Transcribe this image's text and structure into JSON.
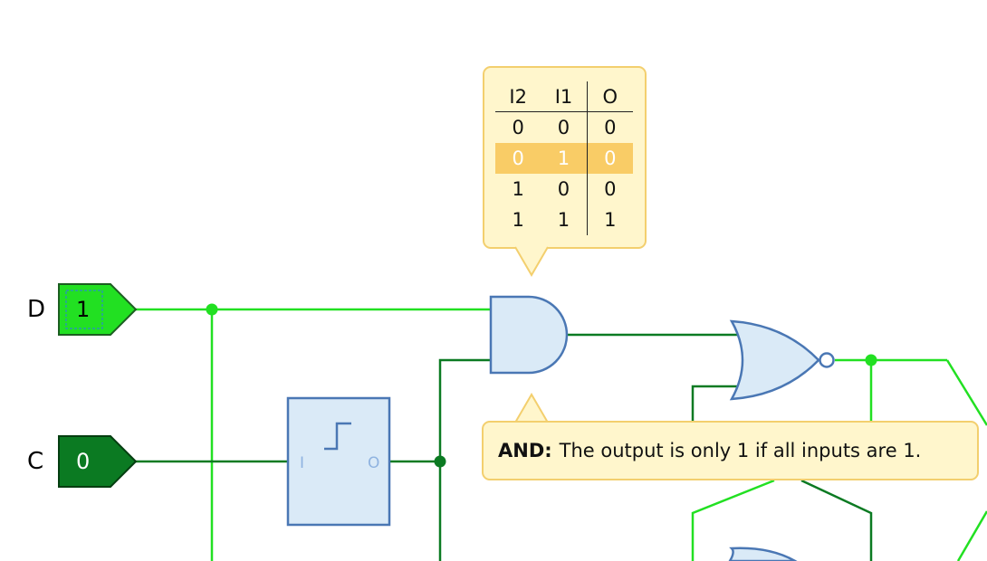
{
  "inputs": {
    "d": {
      "name": "D",
      "value": "1",
      "state": "high"
    },
    "c": {
      "name": "C",
      "value": "0",
      "state": "low"
    }
  },
  "edge_detector": {
    "in_label": "I",
    "out_label": "O"
  },
  "truth_table": {
    "headers": [
      "I2",
      "I1",
      "O"
    ],
    "rows": [
      [
        "0",
        "0",
        "0"
      ],
      [
        "0",
        "1",
        "0"
      ],
      [
        "1",
        "0",
        "0"
      ],
      [
        "1",
        "1",
        "1"
      ]
    ],
    "highlighted_row": 1
  },
  "description": {
    "gate": "AND:",
    "text": "The output is only 1 if all inputs are 1."
  },
  "colors": {
    "wire_high": "#22e022",
    "wire_low": "#0b7a22",
    "gate_fill": "#daeaf7",
    "gate_stroke": "#4a77b4",
    "tooltip_bg": "#fff6cc",
    "tooltip_border": "#f3cf6e",
    "highlight_row": "#f9cc66"
  }
}
